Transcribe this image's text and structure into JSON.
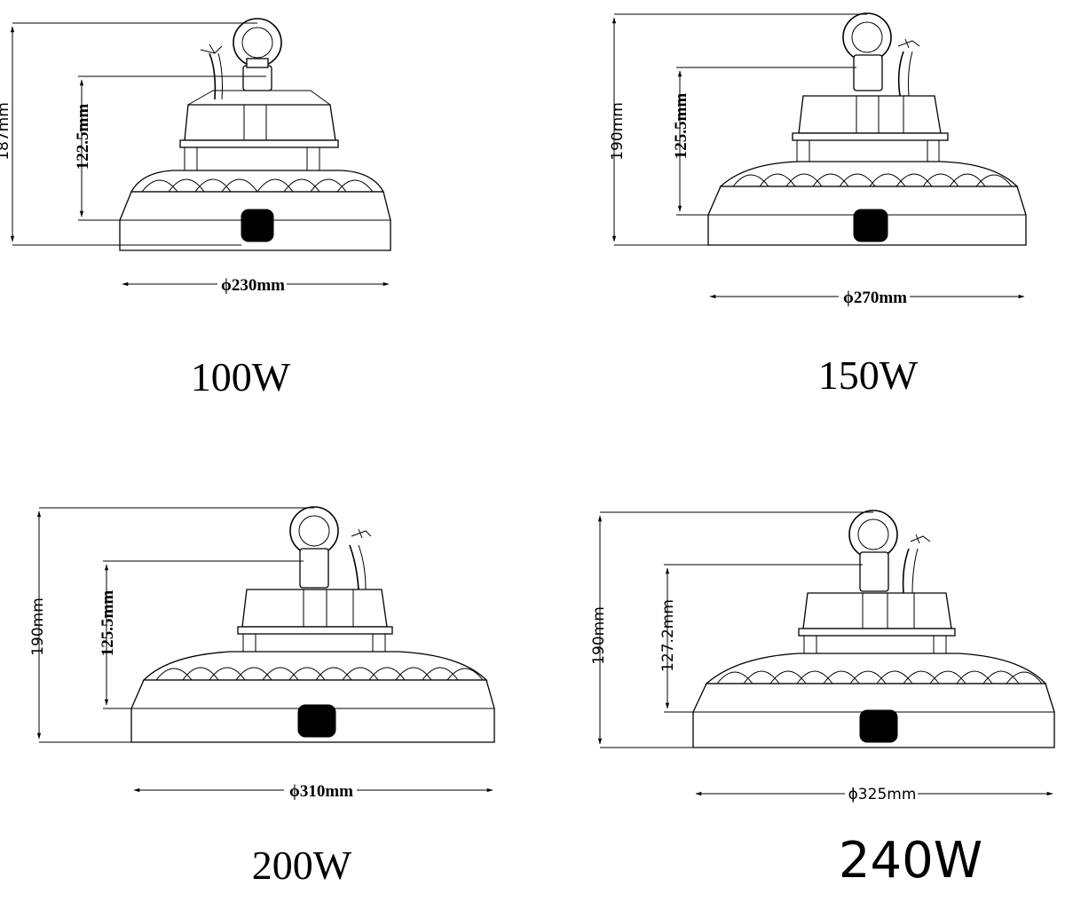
{
  "lamps": [
    {
      "id": "lamp-100w",
      "wattage": "100W",
      "diameter": "ϕ230mm",
      "overall_height": "187mm",
      "body_height": "122.5mm"
    },
    {
      "id": "lamp-150w",
      "wattage": "150W",
      "diameter": "ϕ270mm",
      "overall_height": "190mm",
      "body_height": "125.5mm"
    },
    {
      "id": "lamp-200w",
      "wattage": "200W",
      "diameter": "ϕ310mm",
      "overall_height": "190mm",
      "body_height": "125.5mm"
    },
    {
      "id": "lamp-240w",
      "wattage": "240W",
      "diameter": "ϕ325mm",
      "overall_height": "190mm",
      "body_height": "127.2mm"
    }
  ]
}
